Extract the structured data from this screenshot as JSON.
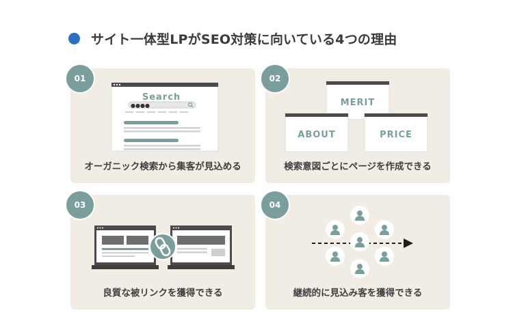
{
  "title": "サイト一体型LPがSEO対策に向いている4つの理由",
  "colors": {
    "accent_dot": "#2d6fc0",
    "card_bg": "#f1ede4",
    "teal": "#7a9e9b",
    "dark": "#3a3a3a"
  },
  "cards": [
    {
      "number": "01",
      "caption": "オーガニック検索から集客が見込める",
      "search_label": "Search",
      "search_dots": "●●●●"
    },
    {
      "number": "02",
      "caption": "検索意図ごとにページを作成できる",
      "pages": [
        "MERIT",
        "ABOUT",
        "PRICE"
      ]
    },
    {
      "number": "03",
      "caption": "良質な被リンクを獲得できる"
    },
    {
      "number": "04",
      "caption": "継続的に見込み客を獲得できる"
    }
  ]
}
